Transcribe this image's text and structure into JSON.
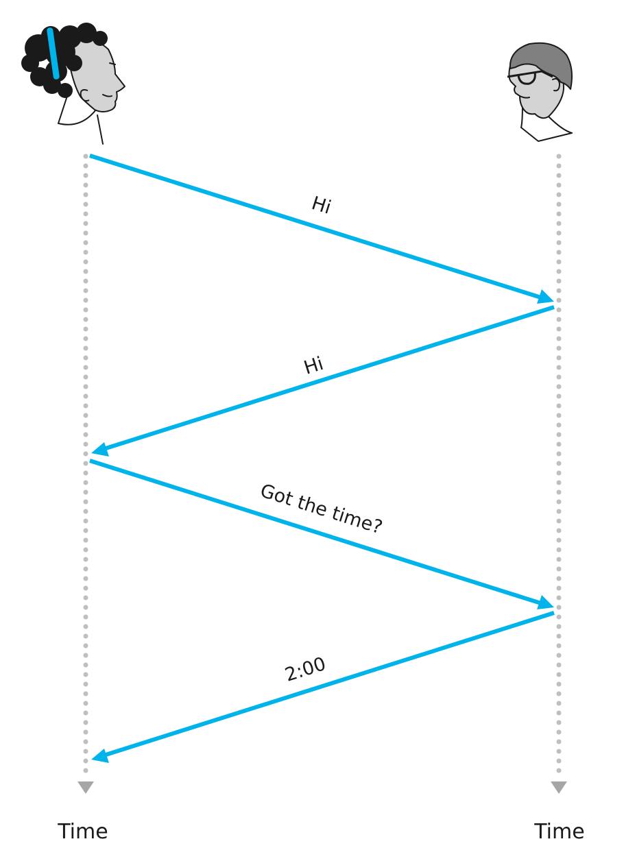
{
  "participants": [
    {
      "role": "left",
      "icon": "woman-profile-icon",
      "time_label": "Time"
    },
    {
      "role": "right",
      "icon": "man-with-glasses-profile-icon",
      "time_label": "Time"
    }
  ],
  "messages": [
    {
      "from": "left",
      "to": "right",
      "label": "Hi"
    },
    {
      "from": "right",
      "to": "left",
      "label": "Hi"
    },
    {
      "from": "left",
      "to": "right",
      "label": "Got the time?"
    },
    {
      "from": "right",
      "to": "left",
      "label": "2:00"
    }
  ],
  "colors": {
    "arrow": "#00b4eb",
    "timeline": "#bfbfbf",
    "timeline_arrowhead": "#a6a6a6",
    "text": "#1a1a1a",
    "skin": "#d4d4d4",
    "hair_woman": "#1a1a1a",
    "hair_man": "#808080",
    "headband": "#00b4eb"
  }
}
